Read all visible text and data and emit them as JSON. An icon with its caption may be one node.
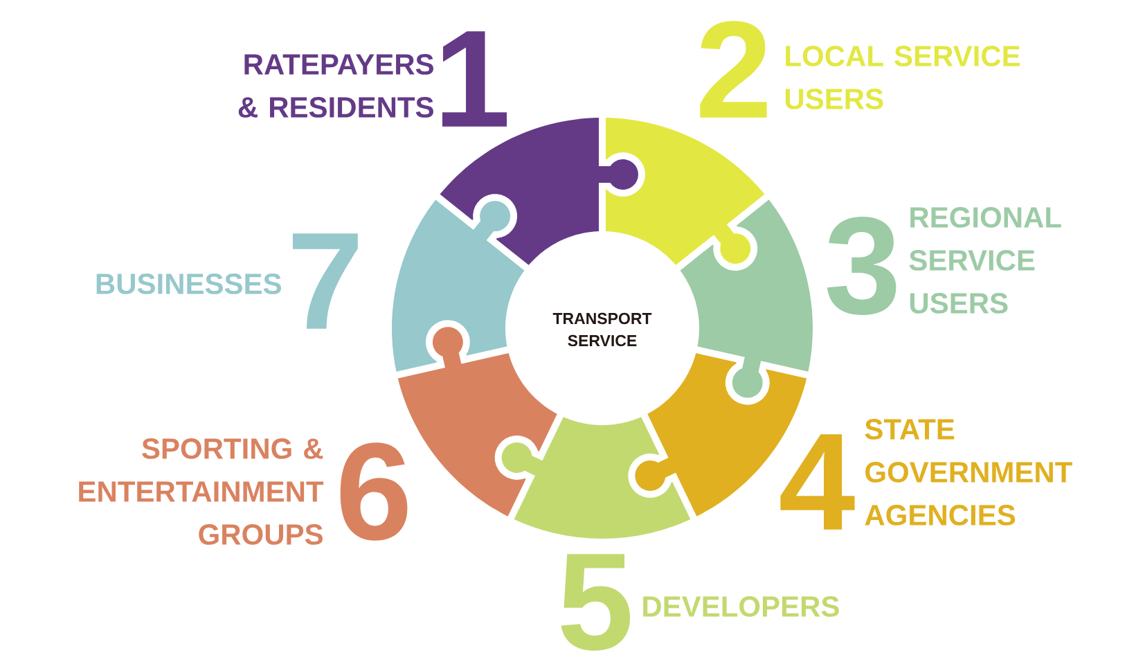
{
  "diagram": {
    "nodes": [
      {
        "text": [
          "RATEPAYERS & RESIDENTS",
          "1"
        ]
      },
      {
        "text": [
          "2",
          "LOCAL SERVICE USERS"
        ]
      },
      {
        "text": [
          "3",
          "REGIONAL SERVICE USERS"
        ]
      },
      {
        "text": [
          "4",
          "STATE GOVERNMENT AGENCIES"
        ]
      },
      {
        "text": [
          "5",
          "DEVELOPERS"
        ]
      },
      {
        "text": [
          "SPORTING & ENTERTAINMENT GROUPS",
          "6"
        ]
      },
      {
        "text": [
          "BUSINESSES",
          "7"
        ]
      },
      {
        "text": [
          "TRANSPORT SERVICE"
        ]
      }
    ]
  }
}
